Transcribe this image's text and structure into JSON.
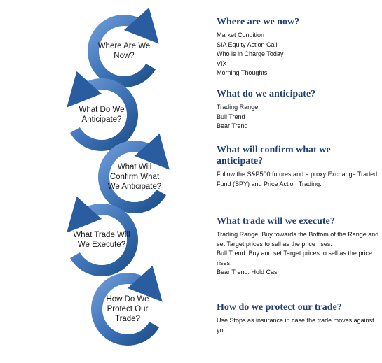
{
  "colors": {
    "ring_dark": "#1d4f8a",
    "ring_light": "#5c8fcf",
    "heading": "#1f3f73"
  },
  "steps": [
    {
      "label_lines": [
        "Where Are We",
        "Now?"
      ]
    },
    {
      "label_lines": [
        "What Do We",
        "Anticipate?"
      ]
    },
    {
      "label_lines": [
        "What Will",
        "Confirm What",
        "We Anticipate?"
      ]
    },
    {
      "label_lines": [
        "What Trade Will",
        "We Execute?"
      ]
    },
    {
      "label_lines": [
        "How Do We",
        "Protect Our",
        "Trade?"
      ]
    }
  ],
  "sections": [
    {
      "title": "Where are we now?",
      "items": [
        "Market Condition",
        "SIA Equity Action Call",
        "Who is in Charge Today",
        "VIX",
        "Morning  Thoughts"
      ]
    },
    {
      "title": "What do we anticipate?",
      "items": [
        "Trading Range",
        "Bull Trend",
        "Bear Trend"
      ]
    },
    {
      "title": "What will confirm what we anticipate?",
      "items": [
        "Follow the S&P500 futures and  a proxy Exchange Traded Fund (SPY) and Price Action Trading."
      ]
    },
    {
      "title": "What trade will we execute?",
      "items": [
        "Trading Range: Buy towards the Bottom of the Range and set Target prices to sell as the price rises.",
        "Bull Trend: Buy and set Target prices to sell as the price rises.",
        "Bear Trend: Hold Cash"
      ]
    },
    {
      "title": "How do we protect our trade?",
      "items": [
        "Use Stops as insurance in case the trade moves against you."
      ]
    }
  ]
}
